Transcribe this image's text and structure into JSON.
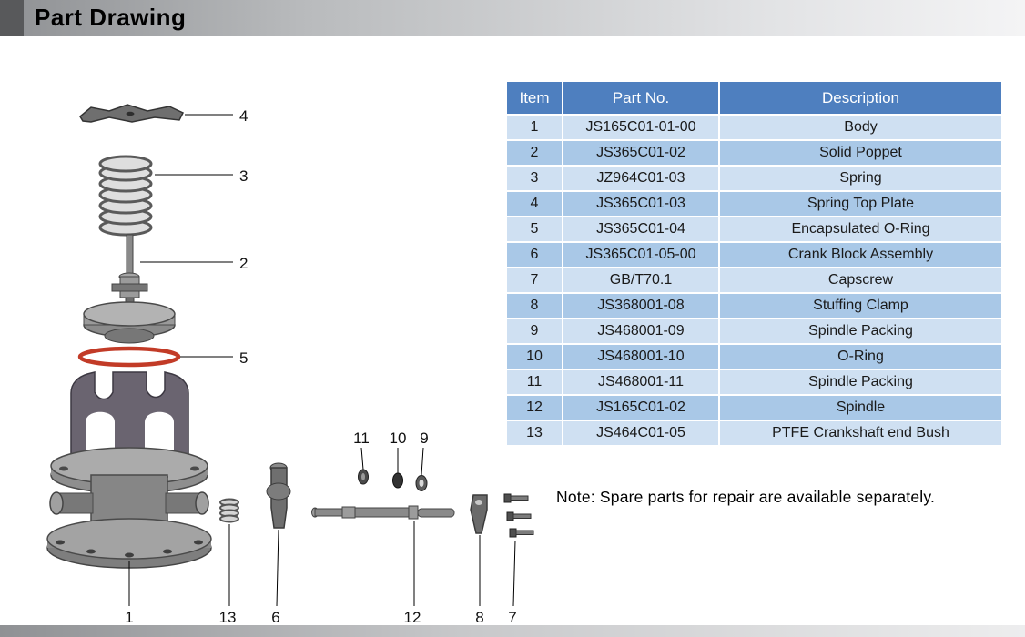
{
  "page": {
    "title": "Part Drawing"
  },
  "table": {
    "columns": [
      "Item",
      "Part No.",
      "Description"
    ],
    "rows": [
      [
        "1",
        "JS165C01-01-00",
        "Body"
      ],
      [
        "2",
        "JS365C01-02",
        "Solid Poppet"
      ],
      [
        "3",
        "JZ964C01-03",
        "Spring"
      ],
      [
        "4",
        "JS365C01-03",
        "Spring Top Plate"
      ],
      [
        "5",
        "JS365C01-04",
        "Encapsulated O-Ring"
      ],
      [
        "6",
        "JS365C01-05-00",
        "Crank Block Assembly"
      ],
      [
        "7",
        "GB/T70.1",
        "Capscrew"
      ],
      [
        "8",
        "JS368001-08",
        "Stuffing Clamp"
      ],
      [
        "9",
        "JS468001-09",
        "Spindle Packing"
      ],
      [
        "10",
        "JS468001-10",
        "O-Ring"
      ],
      [
        "11",
        "JS468001-11",
        "Spindle Packing"
      ],
      [
        "12",
        "JS165C01-02",
        "Spindle"
      ],
      [
        "13",
        "JS464C01-05",
        "PTFE Crankshaft end Bush"
      ]
    ]
  },
  "note": "Note: Spare parts for repair are available separately.",
  "diagram": {
    "callouts": {
      "n1": "1",
      "n2": "2",
      "n3": "3",
      "n4": "4",
      "n5": "5",
      "n6": "6",
      "n7": "7",
      "n8": "8",
      "n9": "9",
      "n10": "10",
      "n11": "11",
      "n12": "12",
      "n13": "13"
    }
  },
  "colors": {
    "table_header_bg": "#4e7fbf",
    "table_row_light": "#cfe0f2",
    "table_row_dark": "#a9c8e7",
    "o_ring_red": "#c23b27",
    "header_bar_dark": "#58595b"
  }
}
